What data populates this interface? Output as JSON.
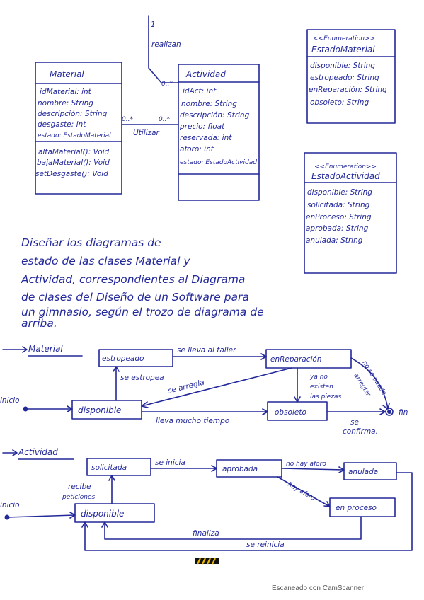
{
  "class_diagram": {
    "top_one": "1",
    "realizan": "realizan",
    "material": {
      "name": "Material",
      "attributes": [
        "idMaterial: int",
        "nombre: String",
        "descripción: String",
        "desgaste: int",
        "estado: EstadoMaterial"
      ],
      "methods": [
        "altaMaterial(): Void",
        "bajaMaterial(): Void",
        "setDesgaste(): Void"
      ]
    },
    "actividad": {
      "star": "0..*",
      "name": "Actividad",
      "attributes": [
        "idAct: int",
        "nombre: String",
        "descripción: String",
        "precio: float",
        "reservada: int",
        "aforo: int",
        "estado: EstadoActividad"
      ]
    },
    "association": {
      "left_mult": "0..*",
      "right_mult": "0..*",
      "label": "Utilizar"
    },
    "estado_material": {
      "stereotype": "<<Enumeration>>",
      "name": "EstadoMaterial",
      "values": [
        "disponible: String",
        "estropeado: String",
        "enReparación: String",
        "obsoleto: String"
      ]
    },
    "estado_actividad": {
      "stereotype": "<<Enumeration>>",
      "name": "EstadoActividad",
      "values": [
        "disponible: String",
        "solicitada: String",
        "enProceso: String",
        "aprobada: String",
        "anulada: String"
      ]
    }
  },
  "instructions": [
    "Diseñar los diagramas de",
    "estado de las clases Material y",
    "Actividad, correspondientes al Diagrama",
    "de clases del Diseño de un Software para",
    "un gimnasio, según el trozo de diagrama de",
    "arriba."
  ],
  "material_sm": {
    "title": "Material",
    "states": {
      "estropeado": "estropeado",
      "enReparacion": "enReparación",
      "disponible": "disponible",
      "obsoleto": "obsoleto"
    },
    "inicio": "inicio",
    "fin": "fin",
    "transitions": {
      "se_lleva_al_taller": "se lleva al taller",
      "se_estropea": "se estropea",
      "se_arregla": "se arregla",
      "no_existen_1": "ya no",
      "no_existen_2": "existen",
      "no_existen_3": "las piezas",
      "no_se_puede_1": "no se puede",
      "no_se_puede_2": "arreglar",
      "lleva_mucho_tiempo": "lleva mucho tiempo",
      "se_confirma_1": "se",
      "se_confirma_2": "confirma."
    }
  },
  "actividad_sm": {
    "title": "Actividad",
    "states": {
      "solicitada": "solicitada",
      "aprobada": "aprobada",
      "anulada": "anulada",
      "disponible": "disponible",
      "en_proceso": "en proceso"
    },
    "inicio": "inicio",
    "transitions": {
      "recibe_1": "recibe",
      "recibe_2": "peticiones",
      "se_inicia": "se inicia",
      "no_hay_aforo": "no hay aforo",
      "hay_aforo": "hay aforo",
      "finaliza": "finaliza",
      "se_reinicia": "se reinicia"
    }
  },
  "footer": {
    "scanner": "Escaneado con CamScanner"
  },
  "colors": {
    "ink": "#23289a",
    "paper": "#ffffff",
    "footer_text": "#555555"
  }
}
